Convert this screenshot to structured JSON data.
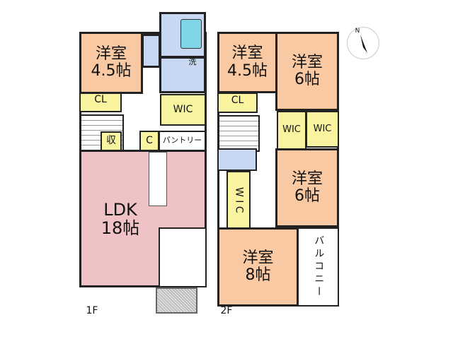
{
  "floor1": {
    "label": "1F",
    "bedroom": {
      "name": "洋室",
      "size": "4.5帖"
    },
    "closet": "CL",
    "storage": "収",
    "wash": "洗",
    "wic": "WIC",
    "closet_c": "C",
    "pantry": "パントリー",
    "ldk": {
      "name": "LDK",
      "size": "18帖"
    }
  },
  "floor2": {
    "label": "2F",
    "bedroom_a": {
      "name": "洋室",
      "size": "4.5帖"
    },
    "bedroom_b": {
      "name": "洋室",
      "size": "6帖"
    },
    "bedroom_c": {
      "name": "洋室",
      "size": "6帖"
    },
    "bedroom_d": {
      "name": "洋室",
      "size": "8帖"
    },
    "closet": "CL",
    "wic_a": "WIC",
    "wic_b": "WIC",
    "wic_c": "W I C",
    "balcony": "バルコニー"
  },
  "compass": "N"
}
